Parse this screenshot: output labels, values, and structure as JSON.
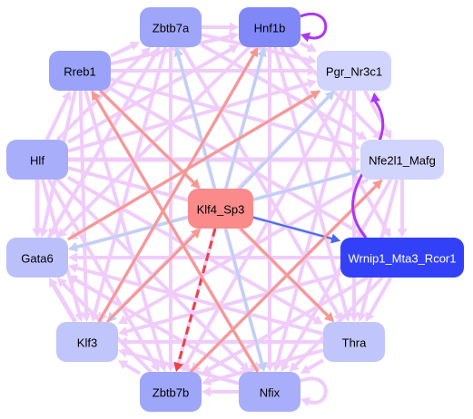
{
  "diagram": {
    "type": "regulatory-network",
    "nodes": [
      {
        "id": "zbtb7a",
        "label": "Zbtb7a",
        "fill": "#9ea6f9",
        "text_color": "#000000"
      },
      {
        "id": "hnf1b",
        "label": "Hnf1b",
        "fill": "#8088f7",
        "text_color": "#000000"
      },
      {
        "id": "rreb1",
        "label": "Rreb1",
        "fill": "#9aa2f9",
        "text_color": "#000000"
      },
      {
        "id": "pgr",
        "label": "Pgr_Nr3c1",
        "fill": "#d1d4fc",
        "text_color": "#000000"
      },
      {
        "id": "hlf",
        "label": "Hlf",
        "fill": "#a8aefa",
        "text_color": "#000000"
      },
      {
        "id": "nfe2l1",
        "label": "Nfe2l1_Mafg",
        "fill": "#d1d4fc",
        "text_color": "#000000"
      },
      {
        "id": "klf4",
        "label": "Klf4_Sp3",
        "fill": "#fb8a8a",
        "text_color": "#000000"
      },
      {
        "id": "gata6",
        "label": "Gata6",
        "fill": "#bbc0fb",
        "text_color": "#000000"
      },
      {
        "id": "wrnip1",
        "label": "Wrnip1_Mta3_Rcor1",
        "fill": "#3241f7",
        "text_color": "#ffffff"
      },
      {
        "id": "klf3",
        "label": "Klf3",
        "fill": "#c0c5fb",
        "text_color": "#000000"
      },
      {
        "id": "thra",
        "label": "Thra",
        "fill": "#c0c5fb",
        "text_color": "#000000"
      },
      {
        "id": "zbtb7b",
        "label": "Zbtb7b",
        "fill": "#9ea6f9",
        "text_color": "#000000"
      },
      {
        "id": "nfix",
        "label": "Nfix",
        "fill": "#a8aefa",
        "text_color": "#000000"
      }
    ],
    "edge_colors": {
      "default": "#f0ccfb",
      "salmon": "#f7988f",
      "light_blue": "#bcd2f4",
      "red": "#ee4242",
      "blue": "#4a66ee",
      "purple": "#ac36f2"
    },
    "edges": [
      {
        "from": "klf4",
        "to": "zbtb7a",
        "color": "light_blue",
        "width": 3
      },
      {
        "from": "klf4",
        "to": "hnf1b",
        "color": "light_blue",
        "width": 3
      },
      {
        "from": "klf4",
        "to": "pgr",
        "color": "light_blue",
        "width": 3
      },
      {
        "from": "klf4",
        "to": "nfe2l1",
        "color": "light_blue",
        "width": 3
      },
      {
        "from": "klf4",
        "to": "gata6",
        "color": "light_blue",
        "width": 3
      },
      {
        "from": "klf4",
        "to": "klf3",
        "color": "light_blue",
        "width": 3
      },
      {
        "from": "klf4",
        "to": "nfix",
        "color": "light_blue",
        "width": 3
      },
      {
        "from": "klf4",
        "to": "wrnip1",
        "color": "light_blue",
        "width": 3
      },
      {
        "from": "hlf",
        "to": "pgr",
        "color": "default",
        "width": 4
      },
      {
        "from": "hlf",
        "to": "hnf1b",
        "color": "default",
        "width": 4
      },
      {
        "from": "hlf",
        "to": "zbtb7a",
        "color": "default",
        "width": 4
      },
      {
        "from": "hlf",
        "to": "nfe2l1",
        "color": "default",
        "width": 5
      },
      {
        "from": "hlf",
        "to": "wrnip1",
        "color": "default",
        "width": 4
      },
      {
        "from": "hlf",
        "to": "thra",
        "color": "default",
        "width": 4
      },
      {
        "from": "hlf",
        "to": "nfix",
        "color": "default",
        "width": 4
      },
      {
        "from": "hlf",
        "to": "zbtb7b",
        "color": "default",
        "width": 4
      },
      {
        "from": "hlf",
        "to": "klf3",
        "color": "default",
        "width": 4
      },
      {
        "from": "hlf",
        "to": "gata6",
        "color": "default",
        "width": 5
      },
      {
        "from": "hlf",
        "to": "rreb1",
        "color": "default",
        "width": 4
      },
      {
        "from": "rreb1",
        "to": "zbtb7a",
        "color": "default",
        "width": 4
      },
      {
        "from": "rreb1",
        "to": "hnf1b",
        "color": "default",
        "width": 4
      },
      {
        "from": "rreb1",
        "to": "pgr",
        "color": "default",
        "width": 4
      },
      {
        "from": "rreb1",
        "to": "nfe2l1",
        "color": "default",
        "width": 4
      },
      {
        "from": "rreb1",
        "to": "wrnip1",
        "color": "default",
        "width": 4
      },
      {
        "from": "rreb1",
        "to": "thra",
        "color": "default",
        "width": 4
      },
      {
        "from": "rreb1",
        "to": "nfix",
        "color": "default",
        "width": 4
      },
      {
        "from": "rreb1",
        "to": "zbtb7b",
        "color": "default",
        "width": 4
      },
      {
        "from": "rreb1",
        "to": "klf3",
        "color": "default",
        "width": 4
      },
      {
        "from": "rreb1",
        "to": "gata6",
        "color": "default",
        "width": 4
      },
      {
        "from": "zbtb7a",
        "to": "hnf1b",
        "color": "default",
        "width": 4
      },
      {
        "from": "zbtb7a",
        "to": "pgr",
        "color": "default",
        "width": 4
      },
      {
        "from": "zbtb7a",
        "to": "nfe2l1",
        "color": "default",
        "width": 4
      },
      {
        "from": "zbtb7a",
        "to": "thra",
        "color": "default",
        "width": 4
      },
      {
        "from": "zbtb7a",
        "to": "nfix",
        "color": "default",
        "width": 4
      },
      {
        "from": "zbtb7a",
        "to": "zbtb7b",
        "color": "default",
        "width": 4
      },
      {
        "from": "zbtb7a",
        "to": "klf3",
        "color": "default",
        "width": 4
      },
      {
        "from": "zbtb7a",
        "to": "gata6",
        "color": "default",
        "width": 4
      },
      {
        "from": "hnf1b",
        "to": "pgr",
        "color": "default",
        "width": 4
      },
      {
        "from": "hnf1b",
        "to": "nfe2l1",
        "color": "default",
        "width": 4
      },
      {
        "from": "hnf1b",
        "to": "wrnip1",
        "color": "default",
        "width": 4
      },
      {
        "from": "hnf1b",
        "to": "thra",
        "color": "default",
        "width": 4
      },
      {
        "from": "hnf1b",
        "to": "nfix",
        "color": "default",
        "width": 4
      },
      {
        "from": "hnf1b",
        "to": "zbtb7b",
        "color": "default",
        "width": 4
      },
      {
        "from": "hnf1b",
        "to": "klf3",
        "color": "default",
        "width": 4
      },
      {
        "from": "hnf1b",
        "to": "gata6",
        "color": "default",
        "width": 4
      },
      {
        "from": "pgr",
        "to": "nfe2l1",
        "color": "default",
        "width": 4
      },
      {
        "from": "pgr",
        "to": "thra",
        "color": "default",
        "width": 4
      },
      {
        "from": "pgr",
        "to": "nfix",
        "color": "default",
        "width": 4
      },
      {
        "from": "pgr",
        "to": "zbtb7b",
        "color": "default",
        "width": 4
      },
      {
        "from": "pgr",
        "to": "klf3",
        "color": "default",
        "width": 4
      },
      {
        "from": "pgr",
        "to": "gata6",
        "color": "default",
        "width": 4
      },
      {
        "from": "nfe2l1",
        "to": "wrnip1",
        "color": "default",
        "width": 4
      },
      {
        "from": "nfe2l1",
        "to": "thra",
        "color": "default",
        "width": 4
      },
      {
        "from": "nfe2l1",
        "to": "nfix",
        "color": "default",
        "width": 4
      },
      {
        "from": "nfe2l1",
        "to": "zbtb7b",
        "color": "default",
        "width": 4
      },
      {
        "from": "nfe2l1",
        "to": "klf3",
        "color": "default",
        "width": 4
      },
      {
        "from": "nfe2l1",
        "to": "gata6",
        "color": "default",
        "width": 4
      },
      {
        "from": "wrnip1",
        "to": "thra",
        "color": "default",
        "width": 4
      },
      {
        "from": "wrnip1",
        "to": "nfix",
        "color": "default",
        "width": 4
      },
      {
        "from": "wrnip1",
        "to": "zbtb7b",
        "color": "default",
        "width": 4
      },
      {
        "from": "wrnip1",
        "to": "klf3",
        "color": "default",
        "width": 4
      },
      {
        "from": "wrnip1",
        "to": "gata6",
        "color": "default",
        "width": 4
      },
      {
        "from": "thra",
        "to": "nfix",
        "color": "default",
        "width": 4
      },
      {
        "from": "thra",
        "to": "zbtb7b",
        "color": "default",
        "width": 4
      },
      {
        "from": "thra",
        "to": "klf3",
        "color": "default",
        "width": 4
      },
      {
        "from": "thra",
        "to": "gata6",
        "color": "default",
        "width": 4
      },
      {
        "from": "nfix",
        "to": "zbtb7b",
        "color": "default",
        "width": 4
      },
      {
        "from": "nfix",
        "to": "klf3",
        "color": "default",
        "width": 4
      },
      {
        "from": "nfix",
        "to": "gata6",
        "color": "default",
        "width": 4
      },
      {
        "from": "zbtb7b",
        "to": "klf3",
        "color": "default",
        "width": 4
      },
      {
        "from": "zbtb7b",
        "to": "gata6",
        "color": "default",
        "width": 4
      },
      {
        "from": "klf3",
        "to": "gata6",
        "color": "default",
        "width": 5
      },
      {
        "from": "gata6",
        "to": "zbtb7a",
        "color": "default",
        "width": 4
      },
      {
        "from": "klf4",
        "to": "zbtb7b",
        "color": "red",
        "width": 3,
        "dashed": true
      },
      {
        "from": "klf4",
        "to": "wrnip1",
        "color": "blue",
        "width": 2
      },
      {
        "from": "rreb1",
        "to": "klf4",
        "color": "salmon",
        "width": 3
      },
      {
        "from": "klf4",
        "to": "thra",
        "color": "salmon",
        "width": 3
      },
      {
        "from": "klf3",
        "to": "hnf1b",
        "color": "salmon",
        "width": 3
      },
      {
        "from": "gata6",
        "to": "pgr",
        "color": "salmon",
        "width": 3
      },
      {
        "from": "nfix",
        "to": "rreb1",
        "color": "salmon",
        "width": 3
      },
      {
        "from": "zbtb7b",
        "to": "nfe2l1",
        "color": "salmon",
        "width": 3
      },
      {
        "from": "klf3",
        "to": "klf4",
        "color": "salmon",
        "width": 3
      }
    ],
    "special_edges": [
      {
        "from": "wrnip1",
        "to": "pgr",
        "color": "purple",
        "width": 3,
        "kind": "curved"
      },
      {
        "from": "hnf1b",
        "to": "hnf1b",
        "color": "purple",
        "width": 3,
        "kind": "self-loop"
      },
      {
        "from": "nfix",
        "to": "nfix",
        "color": "default",
        "width": 4,
        "kind": "self-loop"
      }
    ]
  }
}
